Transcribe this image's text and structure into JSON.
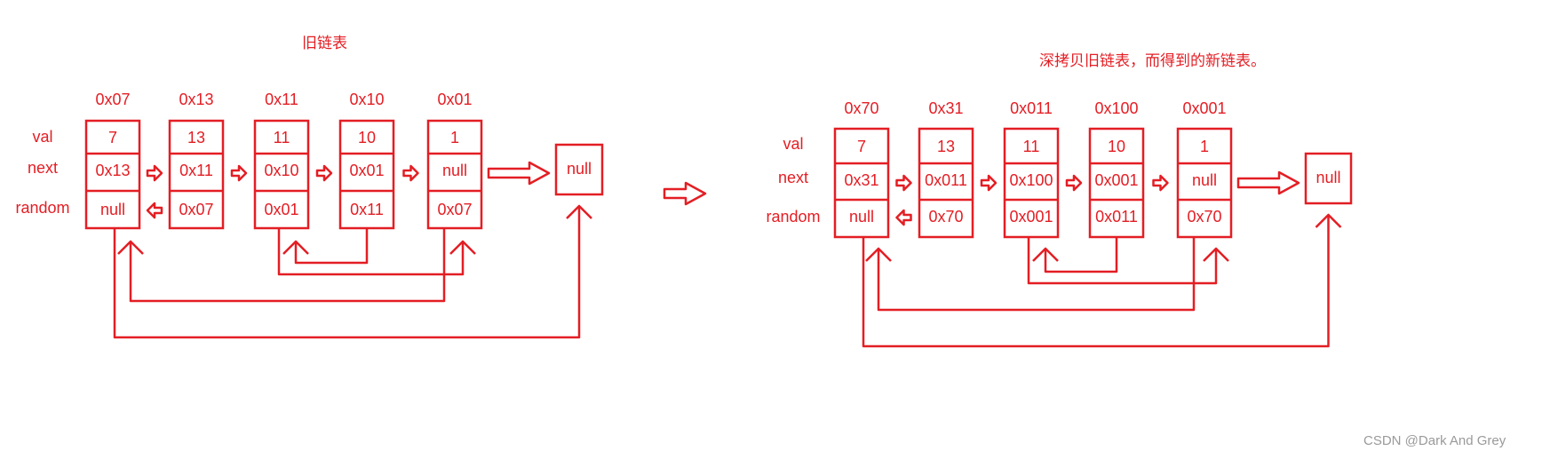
{
  "colors": {
    "ink": "#e31e24",
    "watermark": "#9a9a9a",
    "background": "#ffffff"
  },
  "left": {
    "title": "旧链表",
    "row_labels": [
      "val",
      "next",
      "random"
    ],
    "nodes": [
      {
        "addr": "0x07",
        "val": "7",
        "next": "0x13",
        "random": "null"
      },
      {
        "addr": "0x13",
        "val": "13",
        "next": "0x11",
        "random": "0x07"
      },
      {
        "addr": "0x11",
        "val": "11",
        "next": "0x10",
        "random": "0x01"
      },
      {
        "addr": "0x10",
        "val": "10",
        "next": "0x01",
        "random": "0x11"
      },
      {
        "addr": "0x01",
        "val": "1",
        "next": "null",
        "random": "0x07"
      }
    ],
    "terminal": "null"
  },
  "right": {
    "title": "深拷贝旧链表，而得到的新链表。",
    "row_labels": [
      "val",
      "next",
      "random"
    ],
    "nodes": [
      {
        "addr": "0x70",
        "val": "7",
        "next": "0x31",
        "random": "null"
      },
      {
        "addr": "0x31",
        "val": "13",
        "next": "0x011",
        "random": "0x70"
      },
      {
        "addr": "0x011",
        "val": "11",
        "next": "0x100",
        "random": "0x001"
      },
      {
        "addr": "0x100",
        "val": "10",
        "next": "0x001",
        "random": "0x011"
      },
      {
        "addr": "0x001",
        "val": "1",
        "next": "null",
        "random": "0x70"
      }
    ],
    "terminal": "null"
  },
  "watermark": "CSDN @Dark And Grey"
}
